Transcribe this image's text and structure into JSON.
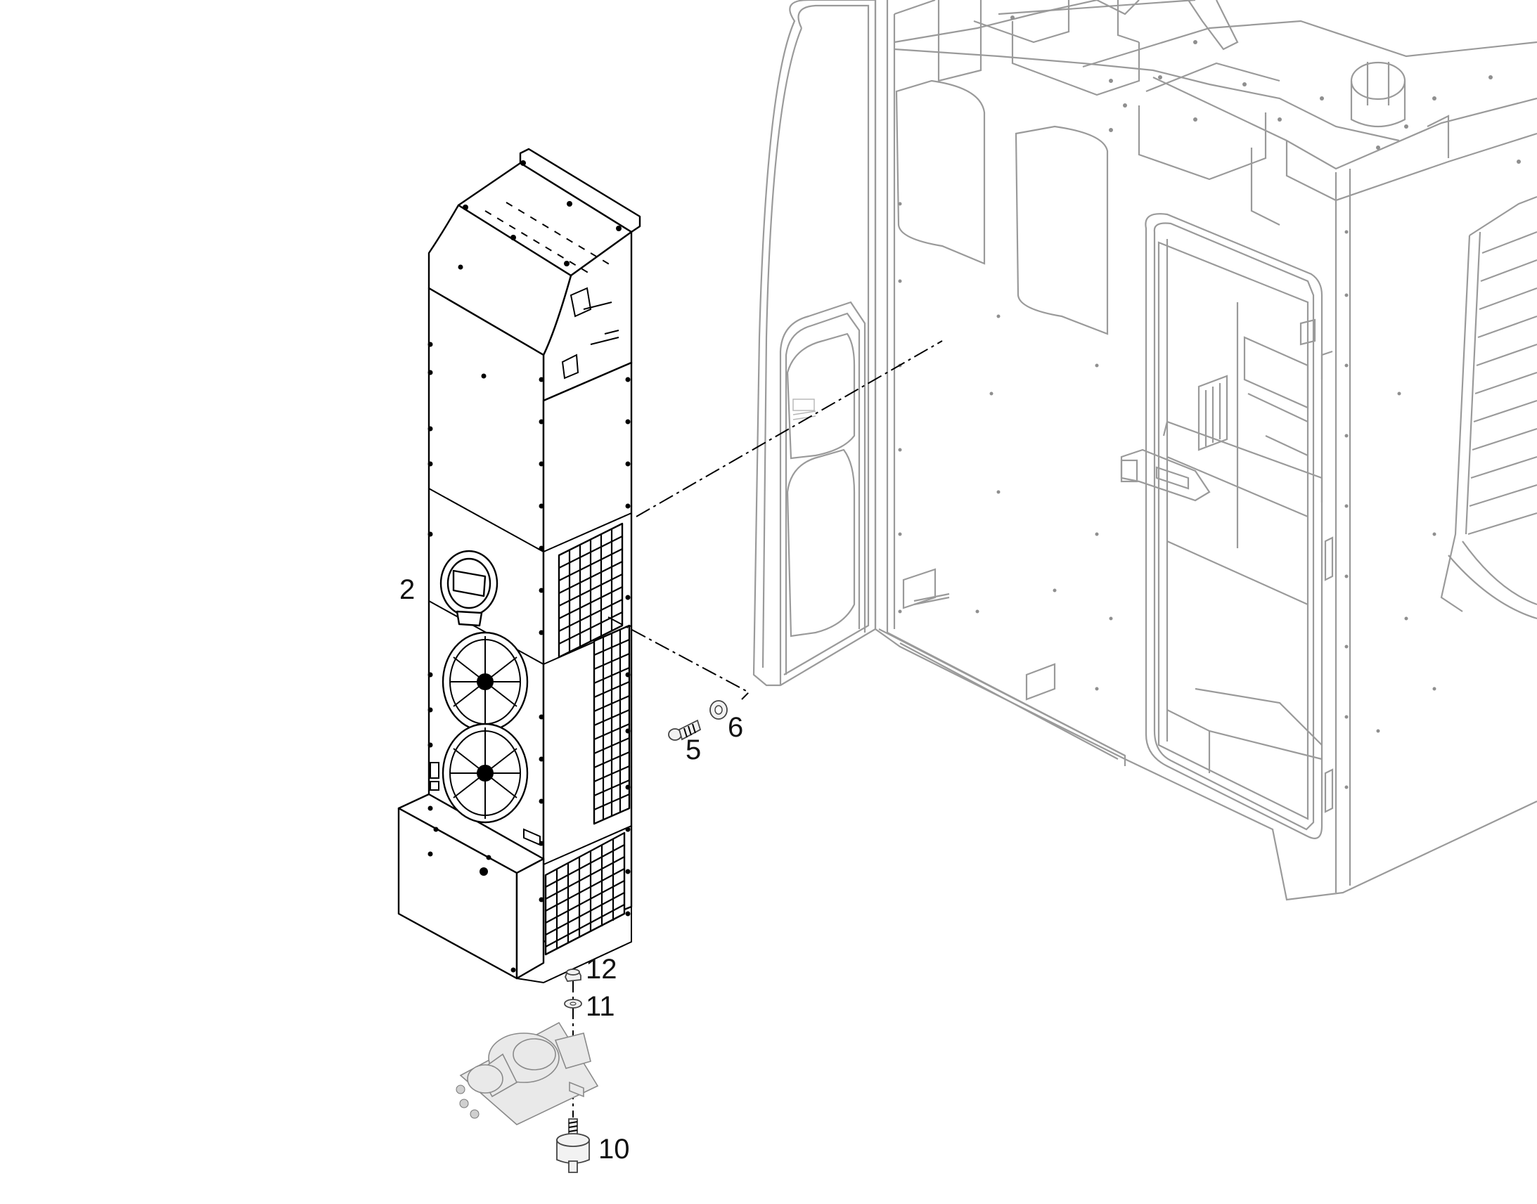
{
  "diagram": {
    "callouts": {
      "c2": "2",
      "c5": "5",
      "c6": "6",
      "c10": "10",
      "c11": "11",
      "c12": "12"
    },
    "colors": {
      "line": "#000000",
      "cab_line": "#9a9a9a",
      "background": "#ffffff"
    }
  }
}
